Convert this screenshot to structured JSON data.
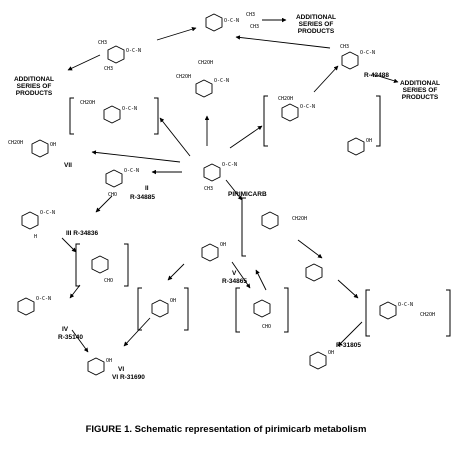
{
  "labels": {
    "additional_series_top": "ADDITIONAL SERIES OF PRODUCTS",
    "additional_series_left": "ADDITIONAL SERIES OF PRODUCTS",
    "additional_series_right": "ADDITIONAL SERIES OF PRODUCTS",
    "pirimicarb": "PIRIMICARB",
    "r42488": "R-42488",
    "r34885": "R-34885",
    "ii": "II",
    "vii": "VII",
    "iii": "III R-34836",
    "v": "V",
    "r34865": "R-34865",
    "iv": "IV",
    "r35140": "R-35140",
    "vi": "VI",
    "r31690": "VI R-31690",
    "r31805": "R-31805"
  },
  "caption": "FIGURE 1.  Schematic representation of pirimicarb  metabolism",
  "structure_text": {
    "carbamate": "O-C-N",
    "o": "O",
    "ch3": "CH3",
    "ch2oh": "CH2OH",
    "cho": "CHO",
    "n": "N",
    "h": "H",
    "oh": "OH"
  }
}
